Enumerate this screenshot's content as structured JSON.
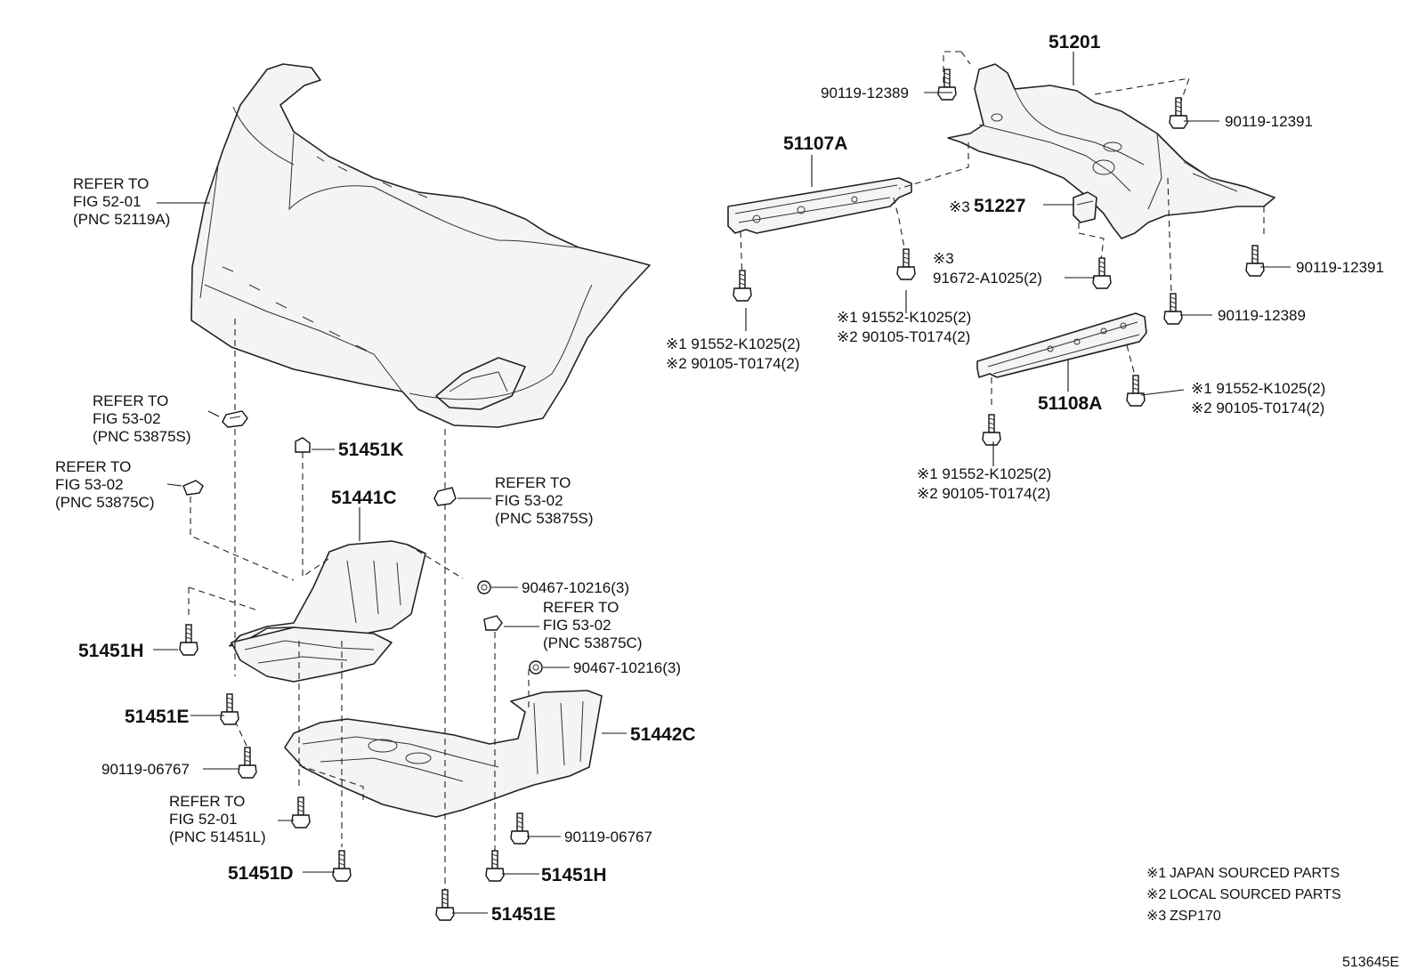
{
  "diagram": {
    "drawing_number": "513645E",
    "notes": [
      {
        "symbol": "※1",
        "text": "JAPAN SOURCED PARTS"
      },
      {
        "symbol": "※2",
        "text": "LOCAL SOURCED PARTS"
      },
      {
        "symbol": "※3",
        "text": "ZSP170"
      }
    ],
    "refer_bumper": {
      "l1": "REFER TO",
      "l2": "FIG 52-01",
      "l3": "(PNC 52119A)"
    },
    "refer_53875s_a": {
      "l1": "REFER TO",
      "l2": "FIG 53-02",
      "l3": "(PNC 53875S)"
    },
    "refer_53875c_a": {
      "l1": "REFER TO",
      "l2": "FIG 53-02",
      "l3": "(PNC 53875C)"
    },
    "refer_53875s_b": {
      "l1": "REFER TO",
      "l2": "FIG 53-02",
      "l3": "(PNC 53875S)"
    },
    "refer_53875c_b": {
      "l1": "REFER TO",
      "l2": "FIG 53-02",
      "l3": "(PNC 53875C)"
    },
    "refer_51451l": {
      "l1": "REFER TO",
      "l2": "FIG 52-01",
      "l3": "(PNC 51451L)"
    },
    "parts": {
      "p51451k": "51451K",
      "p51441c": "51441C",
      "p90467_a": "90467-10216(3)",
      "p90467_b": "90467-10216(3)",
      "p51451h_a": "51451H",
      "p51451e_a": "51451E",
      "p90119_06767_a": "90119-06767",
      "p51442c": "51442C",
      "p90119_06767_b": "90119-06767",
      "p51451d": "51451D",
      "p51451h_b": "51451H",
      "p51451e_b": "51451E",
      "p51201": "51201",
      "p90119_12389_a": "90119-12389",
      "p90119_12391_a": "90119-12391",
      "p51107a": "51107A",
      "p51227": "51227",
      "p51227_sym": "※3",
      "p91672_sym": "※3",
      "p91672": "91672-A1025(2)",
      "p90119_12391_b": "90119-12391",
      "p90119_12389_b": "90119-12389",
      "p51108a": "51108A",
      "grp_a1": "※1 91552-K1025(2)",
      "grp_a2": "※2 90105-T0174(2)",
      "grp_b1": "※1 91552-K1025(2)",
      "grp_b2": "※2 90105-T0174(2)",
      "grp_c1": "※1 91552-K1025(2)",
      "grp_c2": "※2 90105-T0174(2)",
      "grp_d1": "※1 91552-K1025(2)",
      "grp_d2": "※2 90105-T0174(2)"
    }
  }
}
